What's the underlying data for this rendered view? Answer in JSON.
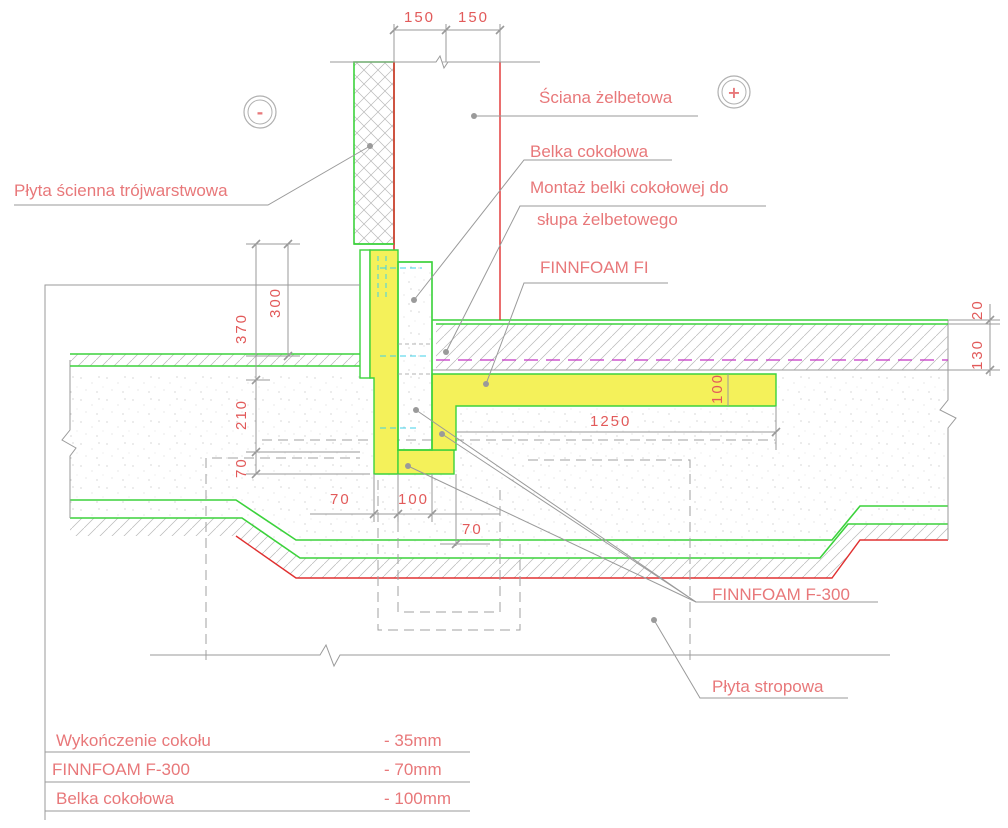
{
  "labels": {
    "wall": "Ściana żelbetowa",
    "sandwich_panel": "Płyta ścienna trójwarstwowa",
    "plinth_beam": "Belka cokołowa",
    "mounting_line1": "Montaż belki cokołowej do",
    "mounting_line2": "słupa żelbetowego",
    "finnfoam_fi": "FINNFOAM FI",
    "finnfoam_f300": "FINNFOAM F-300",
    "floor_slab": "Płyta stropowa"
  },
  "symbols": {
    "minus": "-",
    "plus": "+"
  },
  "dimensions": {
    "top_left": "150",
    "top_right": "150",
    "d370": "370",
    "d300": "300",
    "d210": "210",
    "d70_left": "70",
    "d70_bottom": "70",
    "d100_bottom": "100",
    "d70_right": "70",
    "d1250": "1250",
    "d100_beam": "100",
    "d20": "20",
    "d130": "130"
  },
  "legend": [
    {
      "name": "Wykończenie cokołu",
      "value": "- 35mm"
    },
    {
      "name": "FINNFOAM F-300",
      "value": "- 70mm"
    },
    {
      "name": "Belka cokołowa",
      "value": "- 100mm"
    }
  ],
  "colors": {
    "label": "#e8787a",
    "dimension": "#e25a5a",
    "insulation": "#f4f15a",
    "outline_green": "#3cd23c",
    "outline_red": "#e03030",
    "cyan": "#41d1e8",
    "magenta": "#c434c4"
  }
}
